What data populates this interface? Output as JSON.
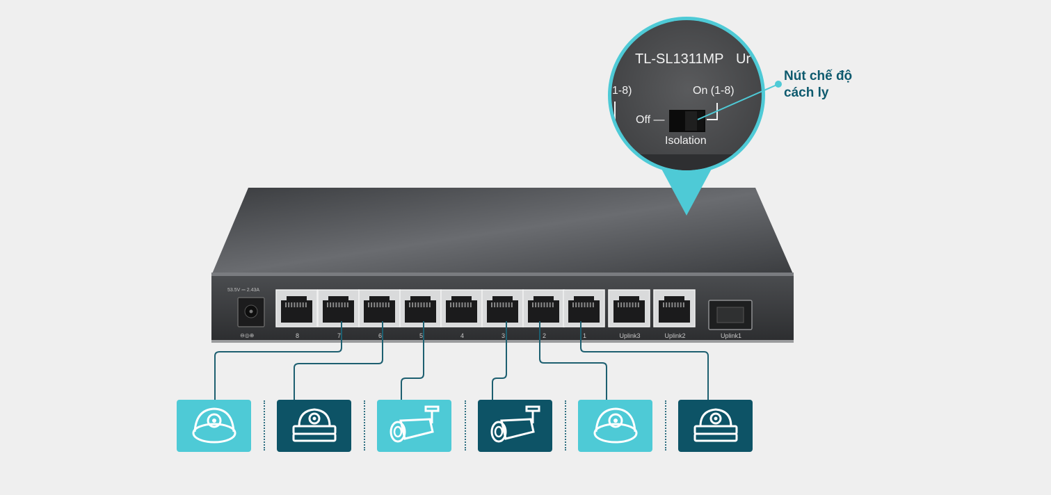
{
  "callout": {
    "label_line1": "Nút chế độ",
    "label_line2": "cách ly"
  },
  "zoom": {
    "model": "TL-SL1311MP",
    "model_suffix": "Ur",
    "left_text": "1-8)",
    "on_label": "On (1-8)",
    "off_label": "Off —",
    "switch_label": "Isolation"
  },
  "device": {
    "power_rating": "53.5V ⎓ 2.43A",
    "port_labels": [
      "8",
      "7",
      "6",
      "5",
      "4",
      "3",
      "2",
      "1",
      "Uplink3",
      "Uplink2"
    ],
    "sfp_label": "Uplink1"
  },
  "cameras": [
    {
      "kind": "dome-icon",
      "style": "light"
    },
    {
      "kind": "dome-flat-icon",
      "style": "dark"
    },
    {
      "kind": "bullet-icon",
      "style": "light"
    },
    {
      "kind": "bullet-icon",
      "style": "dark"
    },
    {
      "kind": "dome-icon",
      "style": "light"
    },
    {
      "kind": "dome-flat-icon",
      "style": "dark"
    }
  ],
  "colors": {
    "background": "#efefef",
    "accent_light": "#4ecad6",
    "accent_dark": "#0d5366",
    "label": "#0e5a6e",
    "cable": "#1d5f70"
  }
}
